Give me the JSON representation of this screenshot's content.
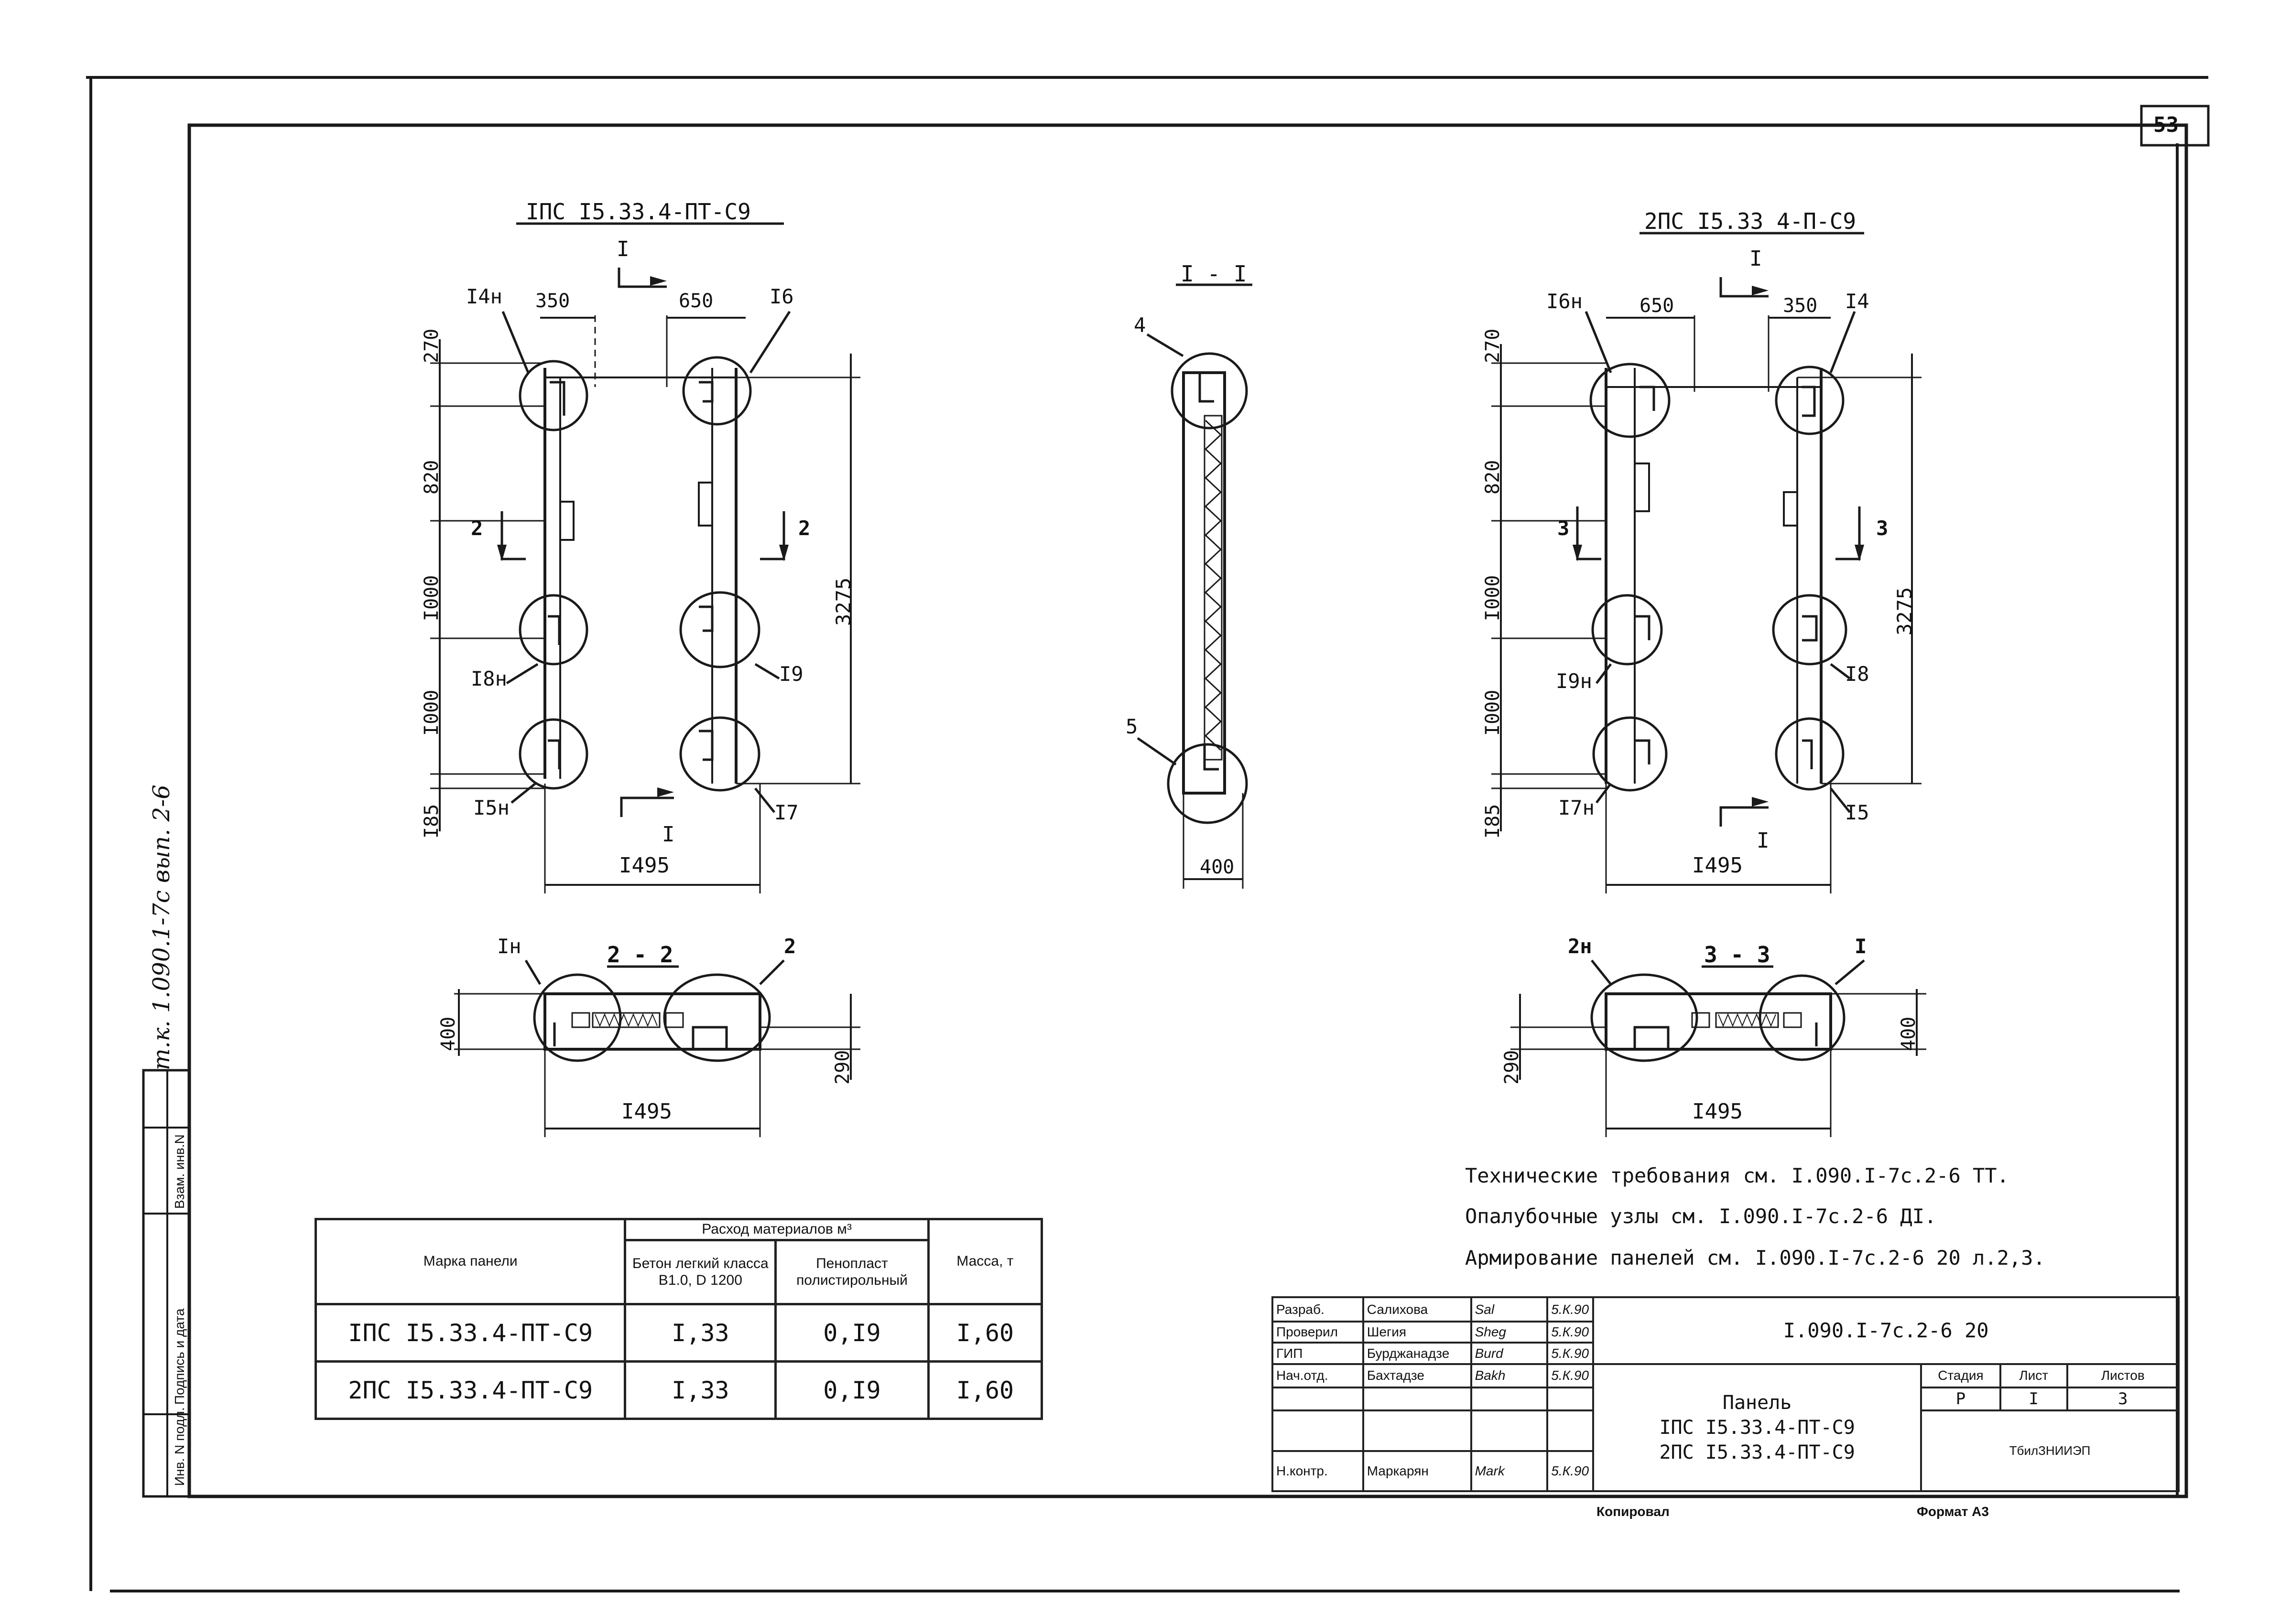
{
  "sheet": {
    "page_number": "53",
    "side_note": "т.к. 1.090.1-7с вып. 2-6",
    "side_stamp": [
      "Инв. N подл.",
      "Подпись и дата",
      "Взам. инв.N"
    ]
  },
  "view_left": {
    "title": "IПС I5.33.4-ПТ-С9",
    "dims_top": [
      "350",
      "650"
    ],
    "dims_left": [
      "270",
      "820",
      "I000",
      "I000",
      "I85"
    ],
    "dim_height": "3275",
    "dim_width": "I495",
    "nodes": [
      "I4н",
      "I6",
      "I8н",
      "I9",
      "I5н",
      "I7"
    ],
    "section_marks": [
      "I",
      "I",
      "2",
      "2"
    ]
  },
  "view_right": {
    "title": "2ПС I5.33 4-П-С9",
    "dims_top": [
      "650",
      "350"
    ],
    "dims_left": [
      "270",
      "820",
      "I000",
      "I000",
      "I85"
    ],
    "dim_height": "3275",
    "dim_width": "I495",
    "nodes": [
      "I6н",
      "I4",
      "I9н",
      "I8",
      "I7н",
      "I5"
    ],
    "section_marks": [
      "I",
      "I",
      "3",
      "3"
    ]
  },
  "section_1_1": {
    "title": "I - I",
    "nodes": [
      "4",
      "5"
    ],
    "dim": "400"
  },
  "section_2_2": {
    "title": "2 - 2",
    "nodes": [
      "Iн",
      "2"
    ],
    "dims": [
      "400",
      "290"
    ],
    "dim_width": "I495"
  },
  "section_3_3": {
    "title": "3 - 3",
    "nodes": [
      "2н",
      "I"
    ],
    "dims": [
      "290",
      "400"
    ],
    "dim_width": "I495"
  },
  "notes": [
    "Технические требования см. I.090.I-7с.2-6 ТТ.",
    "Опалубочные узлы см. I.090.I-7с.2-6 ДI.",
    "Армирование панелей см. I.090.I-7с.2-6 20 л.2,3."
  ],
  "materials_table": {
    "header_mark": "Марка панели",
    "header_group": "Расход материалов м³",
    "header_concrete": "Бетон легкий класса В1.0, D 1200",
    "header_foam": "Пенопласт полистирольный",
    "header_mass": "Масса, т",
    "rows": [
      {
        "mark": "IПС I5.33.4-ПТ-С9",
        "concrete": "I,33",
        "foam": "0,I9",
        "mass": "I,60"
      },
      {
        "mark": "2ПС I5.33.4-ПТ-С9",
        "concrete": "I,33",
        "foam": "0,I9",
        "mass": "I,60"
      }
    ]
  },
  "title_block": {
    "roles": [
      {
        "role": "Разраб.",
        "name": "Салихова",
        "sign": "Sal",
        "date": "5.К.90"
      },
      {
        "role": "Проверил",
        "name": "Шегия",
        "sign": "Sheg",
        "date": "5.К.90"
      },
      {
        "role": "ГИП",
        "name": "Бурджанадзе",
        "sign": "Burd",
        "date": "5.К.90"
      },
      {
        "role": "Нач.отд.",
        "name": "Бахтадзе",
        "sign": "Bakh",
        "date": "5.К.90"
      },
      {
        "role": "",
        "name": "",
        "sign": "",
        "date": ""
      },
      {
        "role": "",
        "name": "",
        "sign": "",
        "date": ""
      },
      {
        "role": "Н.контр.",
        "name": "Маркарян",
        "sign": "Mark",
        "date": "5.К.90"
      }
    ],
    "doc_code": "I.090.I-7с.2-6 20",
    "panel_title": [
      "Панель",
      "IПС I5.33.4-ПТ-С9",
      "2ПС I5.33.4-ПТ-С9"
    ],
    "stage_label": "Стадия",
    "sheet_label": "Лист",
    "sheets_label": "Листов",
    "stage": "Р",
    "sheet": "I",
    "sheets": "3",
    "org": "ТбилЗНИИЭП",
    "copied": "Копировал",
    "format": "Формат А3"
  }
}
